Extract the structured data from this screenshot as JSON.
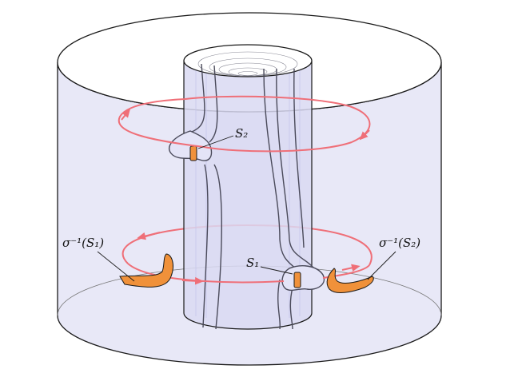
{
  "labels": {
    "s2": "S₂",
    "s1": "S₁",
    "sigma_inv_s1": "σ⁻¹(S₁)",
    "sigma_inv_s2": "σ⁻¹(S₂)"
  },
  "colors": {
    "outer_fill": "#e8e8f7",
    "inner_fill": "#d9d9f2",
    "outline": "#1a1a1a",
    "strand": "#4a4a5a",
    "loop": "#ef6f78",
    "patch": "#f0913a",
    "patch_stroke": "#1a1a1a"
  }
}
